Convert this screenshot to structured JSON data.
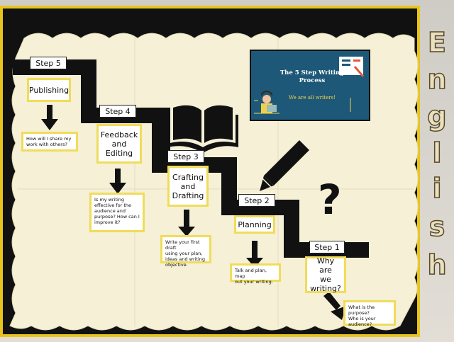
{
  "steps": [
    {
      "label": "Step 5",
      "title": "Publishing",
      "question": "How will I share my\nwork with others?"
    },
    {
      "label": "Step 4",
      "title": "Feedback\nand\nEditing",
      "question": "Is my writing\neffective for the\naudience and\npurpose? How can I\nimprove it?"
    },
    {
      "label": "Step 3",
      "title": "Crafting\nand\nDrafting",
      "question": "Write your first draft\nusing your plan,\nideas and writing\nobjective."
    },
    {
      "label": "Step 2",
      "title": "Planning",
      "question": "Talk and plan, map\nout your writing."
    },
    {
      "label": "Step 1",
      "title": "Why are\nwe\nwriting?",
      "question": "What is the purpose?\nWho is your\naudience?"
    }
  ],
  "poster": {
    "title": "The 5 Step Writing\nProcess",
    "subtitle": "We are all writers!"
  },
  "side_word": "English",
  "side_letters": [
    "E",
    "n",
    "g",
    "l",
    "i",
    "s",
    "h"
  ],
  "decor": {
    "question_mark": "?",
    "book_icon": "book-icon",
    "pencil_icon": "pencil-icon"
  },
  "colors": {
    "paper": "#f6f0d6",
    "border": "#e8c51c",
    "staircase": "#111111",
    "card_edge": "#f0dc5a",
    "poster_bg": "#1d5878"
  }
}
